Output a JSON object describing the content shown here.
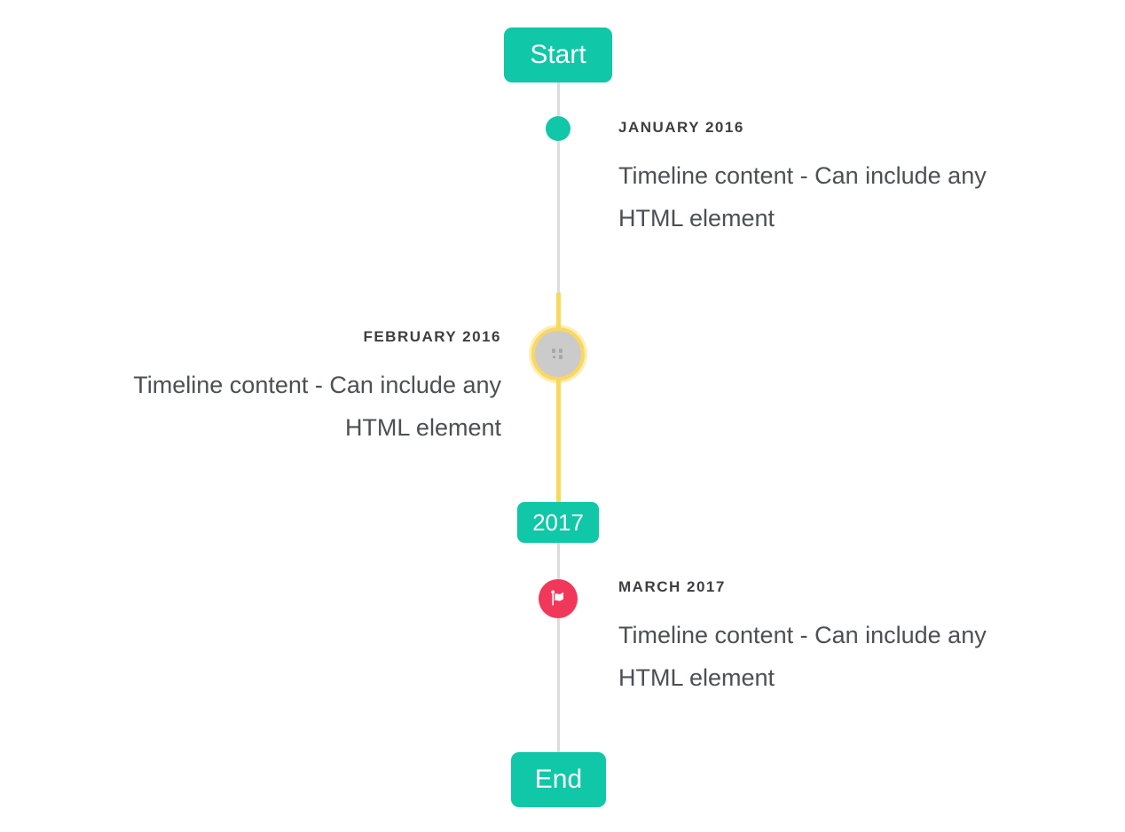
{
  "colors": {
    "accent_teal": "#10c7a7",
    "accent_yellow": "#fad85e",
    "accent_red": "#f2385a",
    "line_gray": "#dcdcdc",
    "bubble_gray": "#cbcbcb",
    "title_text": "#3e3e42",
    "body_text": "#4c4f54",
    "badge_text": "#ffffff"
  },
  "timeline": {
    "start_badge": "Start",
    "year_badge": "2017",
    "end_badge": "End",
    "items": [
      {
        "date_label": "JANUARY 2016",
        "content": "Timeline content - Can include any HTML element",
        "side": "right",
        "marker": "teal-dot"
      },
      {
        "date_label": "FEBRUARY 2016",
        "content": "Timeline content - Can include any HTML element",
        "side": "left",
        "marker": "gray-bubble-yellow-ring-broken-image"
      },
      {
        "date_label": "MARCH 2017",
        "content": "Timeline content - Can include any HTML element",
        "side": "right",
        "marker": "red-circle-flag"
      }
    ]
  }
}
